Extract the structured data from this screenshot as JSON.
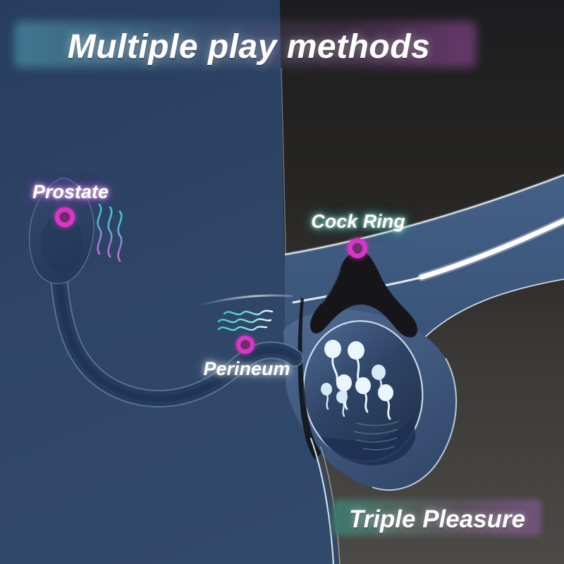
{
  "title": "Multiple play methods",
  "callouts": [
    {
      "id": "prostate",
      "label": "Prostate",
      "glow_color": "#c964e6"
    },
    {
      "id": "cock-ring",
      "label": "Cock Ring",
      "glow_color": "#4fe3d2"
    },
    {
      "id": "perineum",
      "label": "Perineum",
      "glow_color": "#ffffff"
    }
  ],
  "footer_badge": "Triple Pleasure",
  "colors": {
    "background_navy": "#2e4566",
    "panel_dark_top": "#1f1f20",
    "panel_gray_bottom": "#4b4a46",
    "product_navy": "#263c5c",
    "shaft_band_blue": "#3f5b80",
    "ring_black": "#16161a",
    "vibration_dot_magenta": "#dc35c5",
    "wave_teal": "#38d2c6",
    "wave_violet": "#c06ac8",
    "sperm_light": "#eaf5fc",
    "outline_white": "#eef5fb"
  }
}
